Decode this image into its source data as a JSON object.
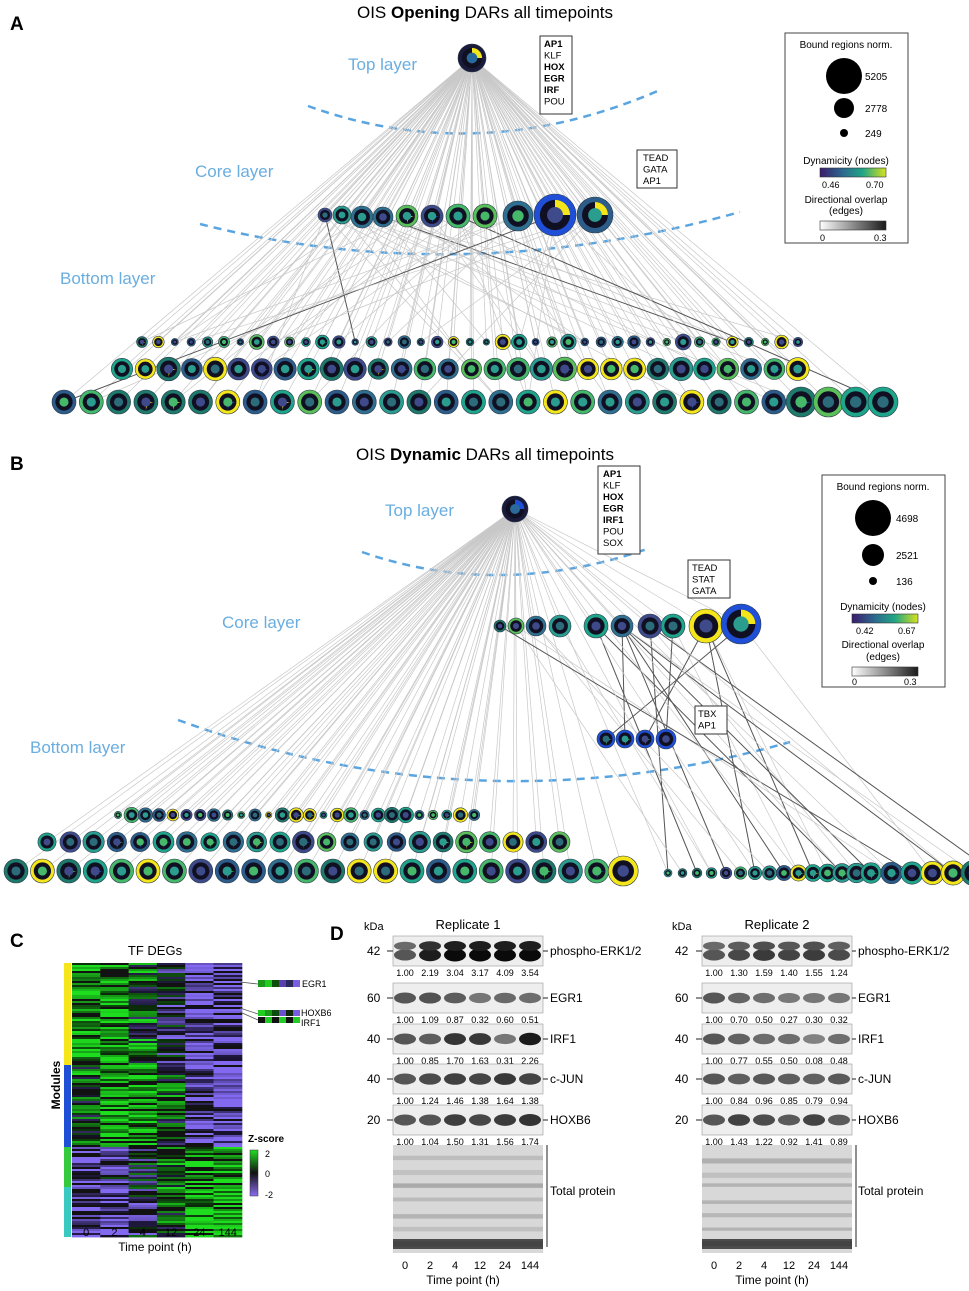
{
  "panelA": {
    "letter": "A",
    "title_pre": "OIS ",
    "title_bold": "Opening",
    "title_post": " DARs all timepoints",
    "layers": {
      "top": "Top layer",
      "core": "Core layer",
      "bottom": "Bottom layer"
    },
    "top_motifs": [
      {
        "text": "AP1",
        "bold": true
      },
      {
        "text": "KLF",
        "bold": false
      },
      {
        "text": "HOX",
        "bold": true
      },
      {
        "text": "EGR",
        "bold": true
      },
      {
        "text": "IRF",
        "bold": true
      },
      {
        "text": "POU",
        "bold": false
      }
    ],
    "core_motifs": [
      "TEAD",
      "GATA",
      "AP1"
    ],
    "legend": {
      "size_title": "Bound regions norm.",
      "sizes": [
        "5205",
        "2778",
        "249"
      ],
      "dyn_title": "Dynamicity (nodes)",
      "dyn_min": "0.46",
      "dyn_max": "0.70",
      "overlap_title1": "Directional overlap",
      "overlap_title2": "(edges)",
      "overlap_min": "0",
      "overlap_max": "0.3"
    }
  },
  "panelB": {
    "letter": "B",
    "title_pre": "OIS ",
    "title_bold": "Dynamic",
    "title_post": " DARs all timepoints",
    "layers": {
      "top": "Top layer",
      "core": "Core layer",
      "bottom": "Bottom layer"
    },
    "top_motifs": [
      {
        "text": "AP1",
        "bold": true
      },
      {
        "text": "KLF",
        "bold": false
      },
      {
        "text": "HOX",
        "bold": true
      },
      {
        "text": "EGR",
        "bold": true
      },
      {
        "text": "IRF1",
        "bold": true
      },
      {
        "text": "POU",
        "bold": false
      },
      {
        "text": "SOX",
        "bold": false
      }
    ],
    "core_motifs": [
      "TEAD",
      "STAT",
      "GATA"
    ],
    "mid_motifs": [
      "TBX",
      "AP1"
    ],
    "legend": {
      "size_title": "Bound regions norm.",
      "sizes": [
        "4698",
        "2521",
        "136"
      ],
      "dyn_title": "Dynamicity (nodes)",
      "dyn_min": "0.42",
      "dyn_max": "0.67",
      "overlap_title1": "Directional overlap",
      "overlap_title2": "(edges)",
      "overlap_min": "0",
      "overlap_max": "0.3"
    }
  },
  "panelC": {
    "letter": "C",
    "title": "TF DEGs",
    "modules_label": "Modules",
    "module_colors": [
      "#f5e61c",
      "#1f4fd6",
      "#35c93d",
      "#39c9c0"
    ],
    "genes": [
      "EGR1",
      "HOXB6",
      "IRF1"
    ],
    "zscore_title": "Z-score",
    "zscore_ticks": [
      "2",
      "0",
      "-2"
    ],
    "xticks": [
      "0",
      "2",
      "4",
      "12",
      "24",
      "144"
    ],
    "xlabel": "Time point (h)"
  },
  "panelD": {
    "letter": "D",
    "kda": "kDa",
    "total_protein": "Total protein",
    "xticks": [
      "0",
      "2",
      "4",
      "12",
      "24",
      "144"
    ],
    "xlabel": "Time point (h)",
    "replicates": [
      {
        "title": "Replicate 1",
        "blots": [
          {
            "marker": "42",
            "label": "phospho-ERK1/2",
            "values": [
              "1.00",
              "2.19",
              "3.04",
              "3.17",
              "4.09",
              "3.54"
            ]
          },
          {
            "marker": "60",
            "label": "EGR1",
            "values": [
              "1.00",
              "1.09",
              "0.87",
              "0.32",
              "0.60",
              "0.51"
            ]
          },
          {
            "marker": "40",
            "label": "IRF1",
            "values": [
              "1.00",
              "0.85",
              "1.70",
              "1.63",
              "0.31",
              "2.26"
            ]
          },
          {
            "marker": "40",
            "label": "c-JUN",
            "values": [
              "1.00",
              "1.24",
              "1.46",
              "1.38",
              "1.64",
              "1.38"
            ]
          },
          {
            "marker": "20",
            "label": "HOXB6",
            "values": [
              "1.00",
              "1.04",
              "1.50",
              "1.31",
              "1.56",
              "1.74"
            ]
          }
        ]
      },
      {
        "title": "Replicate 2",
        "blots": [
          {
            "marker": "42",
            "label": "phospho-ERK1/2",
            "values": [
              "1.00",
              "1.30",
              "1.59",
              "1.40",
              "1.55",
              "1.24"
            ]
          },
          {
            "marker": "60",
            "label": "EGR1",
            "values": [
              "1.00",
              "0.70",
              "0.50",
              "0.27",
              "0.30",
              "0.32"
            ]
          },
          {
            "marker": "40",
            "label": "IRF1",
            "values": [
              "1.00",
              "0.77",
              "0.55",
              "0.50",
              "0.08",
              "0.48"
            ]
          },
          {
            "marker": "40",
            "label": "c-JUN",
            "values": [
              "1.00",
              "0.84",
              "0.96",
              "0.85",
              "0.79",
              "0.94"
            ]
          },
          {
            "marker": "20",
            "label": "HOXB6",
            "values": [
              "1.00",
              "1.43",
              "1.22",
              "0.92",
              "1.41",
              "0.89"
            ]
          }
        ]
      }
    ]
  },
  "colors": {
    "layer_label": "#6aaee0",
    "dashed": "#5aa5e0",
    "node_yellow": "#f5e61c",
    "node_blue": "#1f4fd6",
    "node_green": "#35c93d",
    "node_teal": "#2a9d8f",
    "node_dark": "#1a1a3a"
  }
}
